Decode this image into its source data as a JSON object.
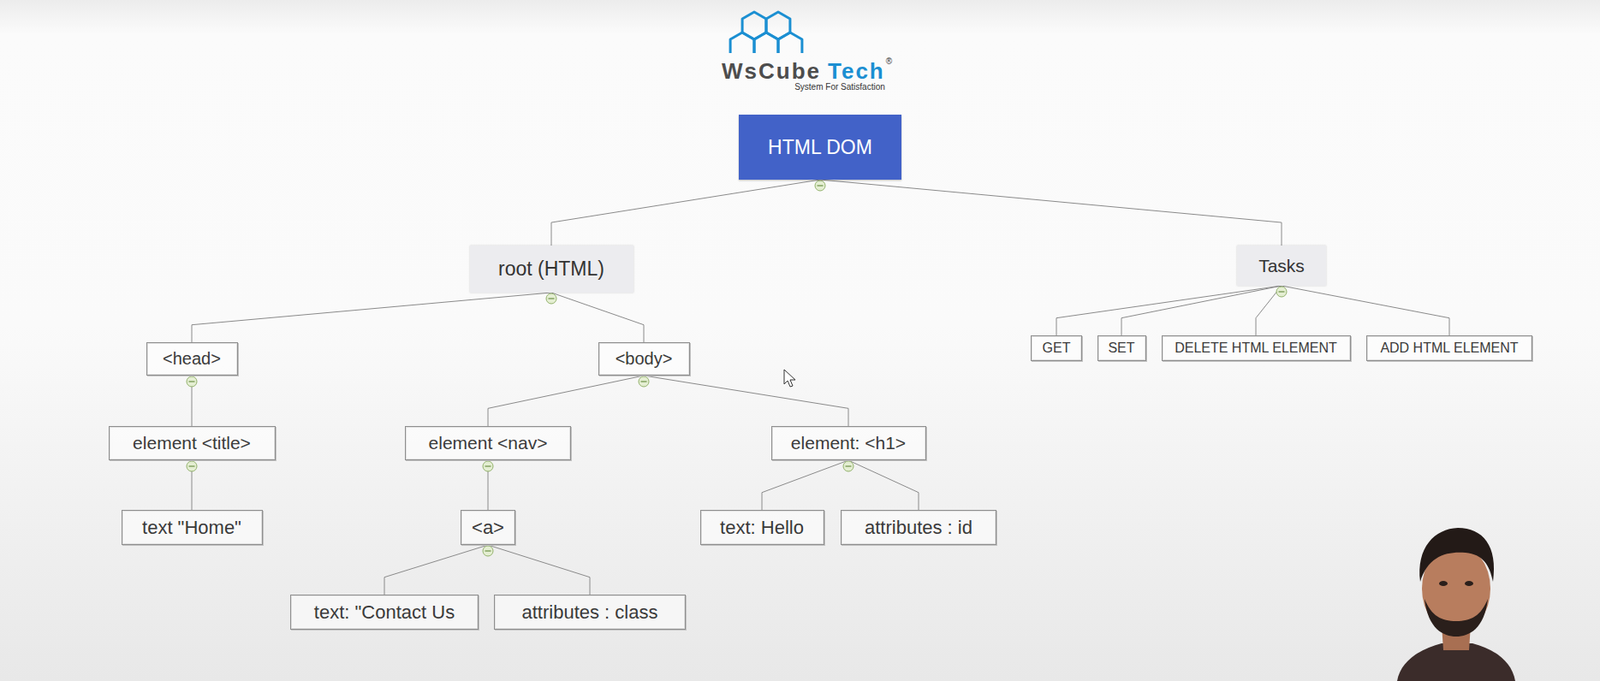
{
  "diagram": {
    "nodes": [
      {
        "text": [
          "HTML DOM"
        ]
      },
      {
        "text": [
          "root (HTML)"
        ]
      },
      {
        "text": [
          "Tasks"
        ]
      },
      {
        "text": [
          "<head>"
        ]
      },
      {
        "text": [
          "<body>"
        ]
      },
      {
        "text": [
          "GET"
        ]
      },
      {
        "text": [
          "SET"
        ]
      },
      {
        "text": [
          "DELETE HTML ELEMENT"
        ]
      },
      {
        "text": [
          "ADD HTML ELEMENT"
        ]
      },
      {
        "text": [
          "element <title>"
        ]
      },
      {
        "text": [
          "element <nav>"
        ]
      },
      {
        "text": [
          "element: <h1>"
        ]
      },
      {
        "text": [
          "text \"Home\""
        ]
      },
      {
        "text": [
          "<a>"
        ]
      },
      {
        "text": [
          "text: Hello"
        ]
      },
      {
        "text": [
          "attributes : id"
        ]
      },
      {
        "text": [
          "text: \"Contact Us"
        ]
      },
      {
        "text": [
          "attributes : class"
        ]
      }
    ],
    "edges": [
      {
        "from": 0,
        "to": 1,
        "arrow": "none"
      },
      {
        "from": 0,
        "to": 2,
        "arrow": "none"
      },
      {
        "from": 1,
        "to": 3,
        "arrow": "none"
      },
      {
        "from": 1,
        "to": 4,
        "arrow": "none"
      },
      {
        "from": 2,
        "to": 5,
        "arrow": "none"
      },
      {
        "from": 2,
        "to": 6,
        "arrow": "none"
      },
      {
        "from": 2,
        "to": 7,
        "arrow": "none"
      },
      {
        "from": 2,
        "to": 8,
        "arrow": "none"
      },
      {
        "from": 3,
        "to": 9,
        "arrow": "none"
      },
      {
        "from": 4,
        "to": 10,
        "arrow": "none"
      },
      {
        "from": 4,
        "to": 11,
        "arrow": "none"
      },
      {
        "from": 9,
        "to": 12,
        "arrow": "none"
      },
      {
        "from": 10,
        "to": 13,
        "arrow": "none"
      },
      {
        "from": 11,
        "to": 14,
        "arrow": "none"
      },
      {
        "from": 11,
        "to": 15,
        "arrow": "none"
      },
      {
        "from": 13,
        "to": 16,
        "arrow": "none"
      },
      {
        "from": 13,
        "to": 17,
        "arrow": "none"
      }
    ],
    "labels": [
      "WsCube",
      "Tech",
      "®",
      "System For Satisfaction"
    ]
  }
}
